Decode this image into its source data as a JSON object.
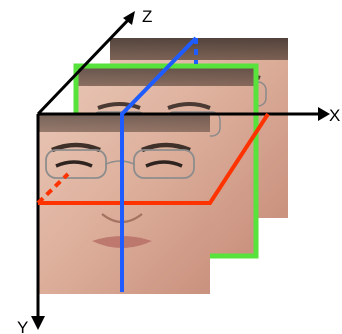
{
  "axes": {
    "x_label": "X",
    "y_label": "Y",
    "z_label": "Z"
  },
  "colors": {
    "axis": "#000000",
    "xy_plane": "#ff3300",
    "yz_plane": "#1f5cff",
    "xz_plane_frame": "#57e33b",
    "background": "#ffffff"
  },
  "layers": [
    "face-frame-back",
    "face-frame-middle",
    "face-frame-front"
  ]
}
